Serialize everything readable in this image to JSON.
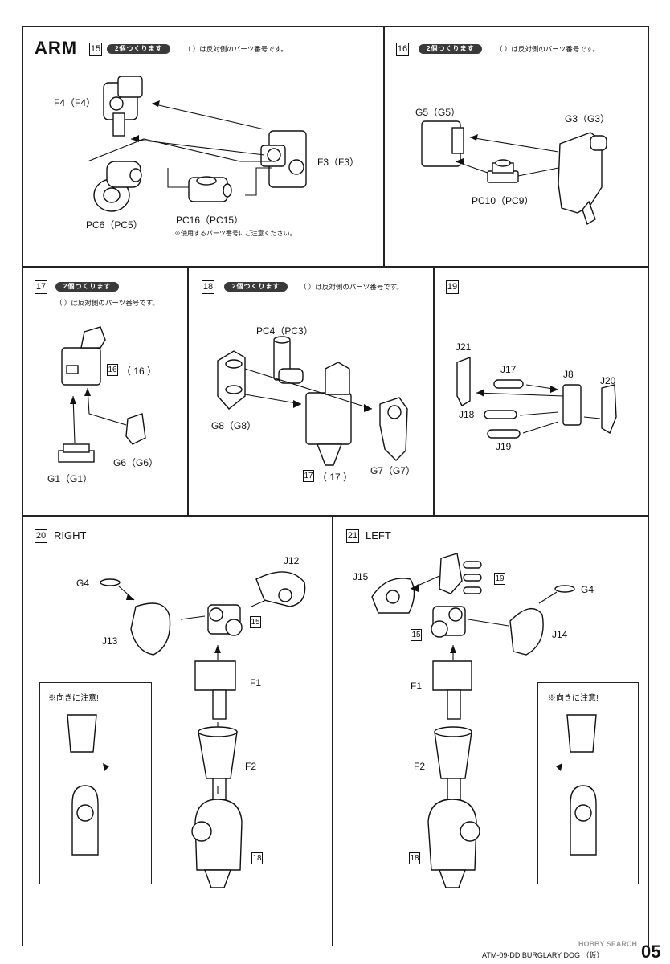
{
  "arm_title": "ARM",
  "steps": {
    "s15": {
      "num": "15",
      "pill": "2個つくります",
      "note": "（ ）は反対側のパーツ番号です。",
      "labels": {
        "f4": "F4（F4）",
        "f3": "F3（F3）",
        "pc6": "PC6（PC5）",
        "pc16": "PC16（PC15）"
      },
      "sub_note": "※使用するパーツ番号にご注意ください。"
    },
    "s16": {
      "num": "16",
      "pill": "2個つくります",
      "note": "（ ）は反対側のパーツ番号です。",
      "labels": {
        "g5": "G5（G5）",
        "g3": "G3（G3）",
        "pc10": "PC10（PC9）"
      }
    },
    "s17": {
      "num": "17",
      "pill": "2個つくります",
      "note": "（ ）は反対側のパーツ番号です。",
      "ref": "16",
      "ref_paren": "（ 16 ）",
      "labels": {
        "g6": "G6（G6）",
        "g1": "G1（G1）"
      }
    },
    "s18": {
      "num": "18",
      "pill": "2個つくります",
      "note": "（ ）は反対側のパーツ番号です。",
      "ref": "17",
      "ref_paren": "（ 17 ）",
      "labels": {
        "pc4": "PC4（PC3）",
        "g8": "G8（G8）",
        "g7": "G7（G7）"
      }
    },
    "s19": {
      "num": "19",
      "labels": {
        "j21": "J21",
        "j17": "J17",
        "j8": "J8",
        "j20": "J20",
        "j18": "J18",
        "j19": "J19"
      }
    },
    "s20": {
      "num": "20",
      "dir": "RIGHT",
      "labels": {
        "g4": "G4",
        "j12": "J12",
        "j13": "J13",
        "f1": "F1",
        "f2": "F2"
      },
      "ref15": "15",
      "ref18": "18",
      "caution": "※向きに注意!"
    },
    "s21": {
      "num": "21",
      "dir": "LEFT",
      "labels": {
        "j15": "J15",
        "g4": "G4",
        "j14": "J14",
        "f1": "F1",
        "f2": "F2"
      },
      "ref19": "19",
      "ref15": "15",
      "ref18": "18",
      "caution": "※向きに注意!"
    }
  },
  "footer": {
    "code": "ATM-09-DD BURGLARY DOG （仮）",
    "page": "05",
    "watermark": "HOBBY SEARCH"
  }
}
